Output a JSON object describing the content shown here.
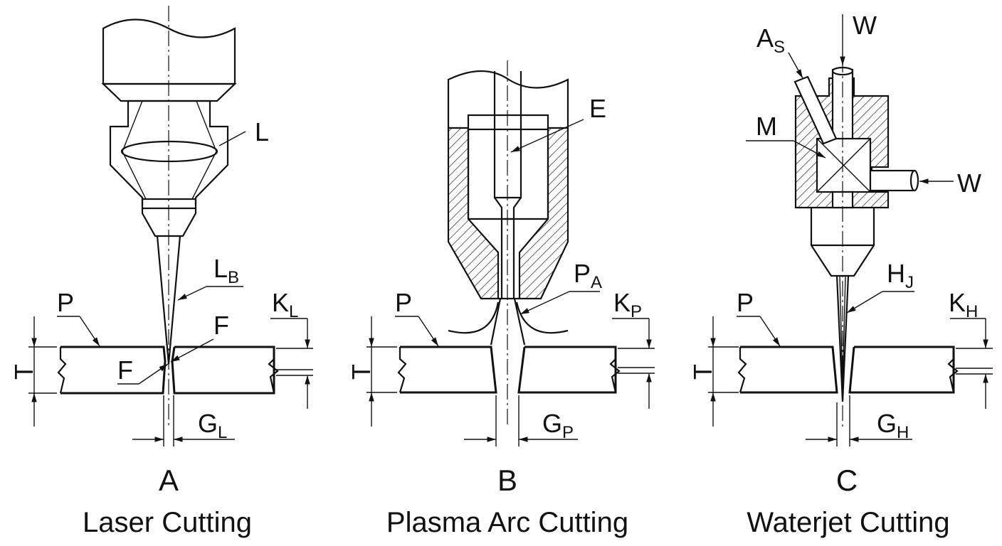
{
  "panels": [
    {
      "id": "laser",
      "letter": "A",
      "title": "Laser Cutting",
      "labels": {
        "lens": "L",
        "beam": "L",
        "beam_sub": "B",
        "focus_top": "F",
        "focus_bottom": "F",
        "plate": "P",
        "thickness": "T",
        "kerf": "K",
        "kerf_sub": "L",
        "gap": "G",
        "gap_sub": "L"
      }
    },
    {
      "id": "plasma",
      "letter": "B",
      "title": "Plasma Arc Cutting",
      "labels": {
        "electrode": "E",
        "arc": "P",
        "arc_sub": "A",
        "plate": "P",
        "thickness": "T",
        "kerf": "K",
        "kerf_sub": "P",
        "gap": "G",
        "gap_sub": "P"
      }
    },
    {
      "id": "waterjet",
      "letter": "C",
      "title": "Waterjet Cutting",
      "labels": {
        "water_top": "W",
        "water_side": "W",
        "abrasive": "A",
        "abrasive_sub": "S",
        "mixing": "M",
        "jet": "H",
        "jet_sub": "J",
        "plate": "P",
        "thickness": "T",
        "kerf": "K",
        "kerf_sub": "H",
        "gap": "G",
        "gap_sub": "H"
      }
    }
  ]
}
